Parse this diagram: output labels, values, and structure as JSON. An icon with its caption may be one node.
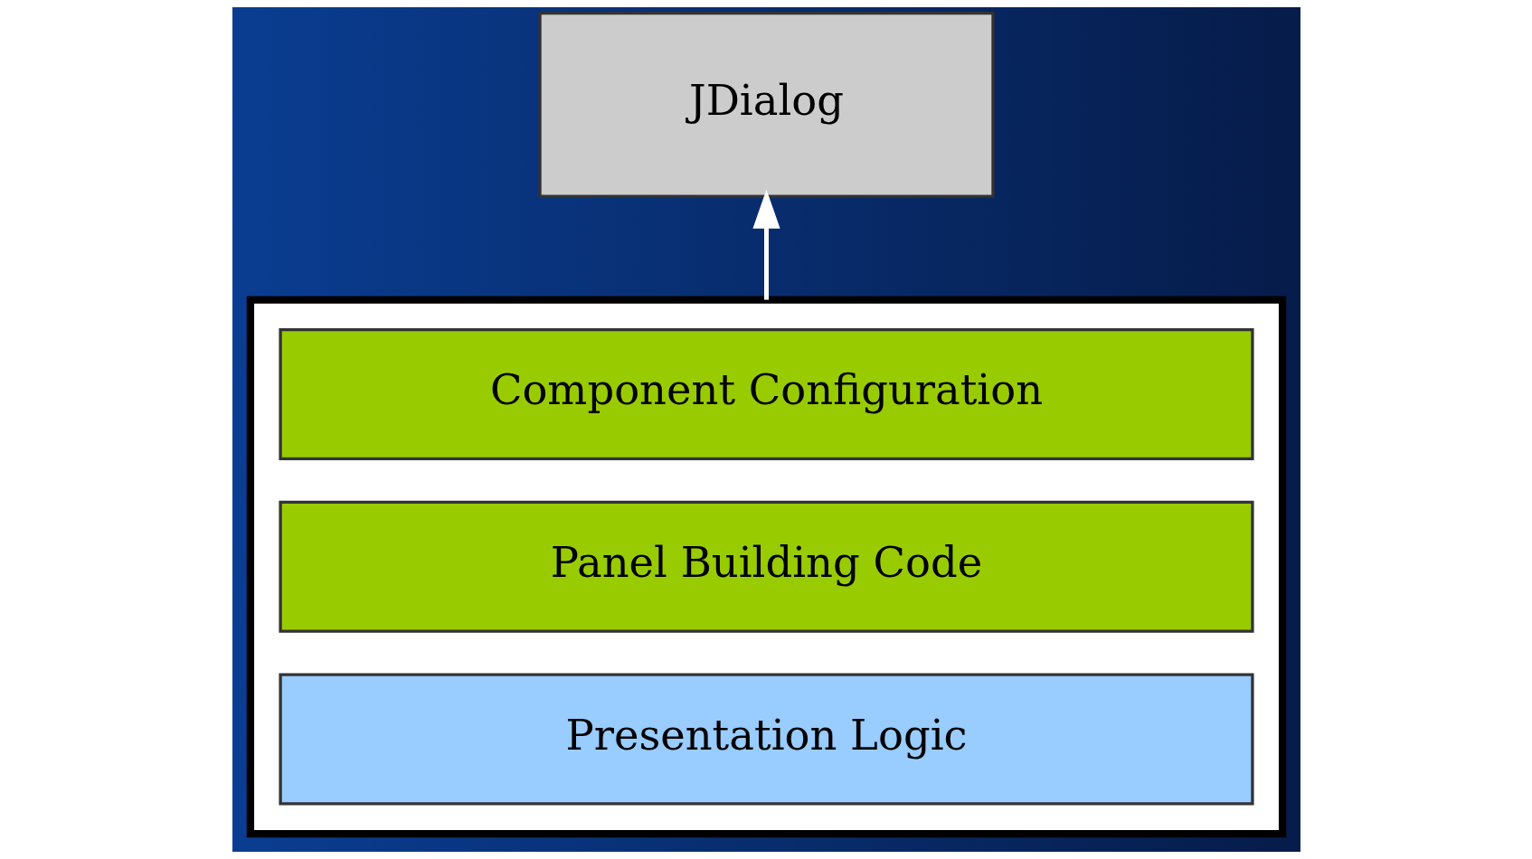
{
  "diagram": {
    "nodes": [
      {
        "text": [
          "JDialog"
        ]
      },
      {
        "text": [],
        "shape": "box"
      },
      {
        "text": [
          "Component Configuration"
        ],
        "in": 1
      },
      {
        "text": [
          "Panel Building Code"
        ],
        "in": 1
      },
      {
        "text": [
          "Presentation Logic"
        ],
        "in": 1
      }
    ],
    "edges": [
      {
        "from": 1,
        "to": 0,
        "arrow": "to",
        "color": "#ffffff"
      }
    ]
  }
}
